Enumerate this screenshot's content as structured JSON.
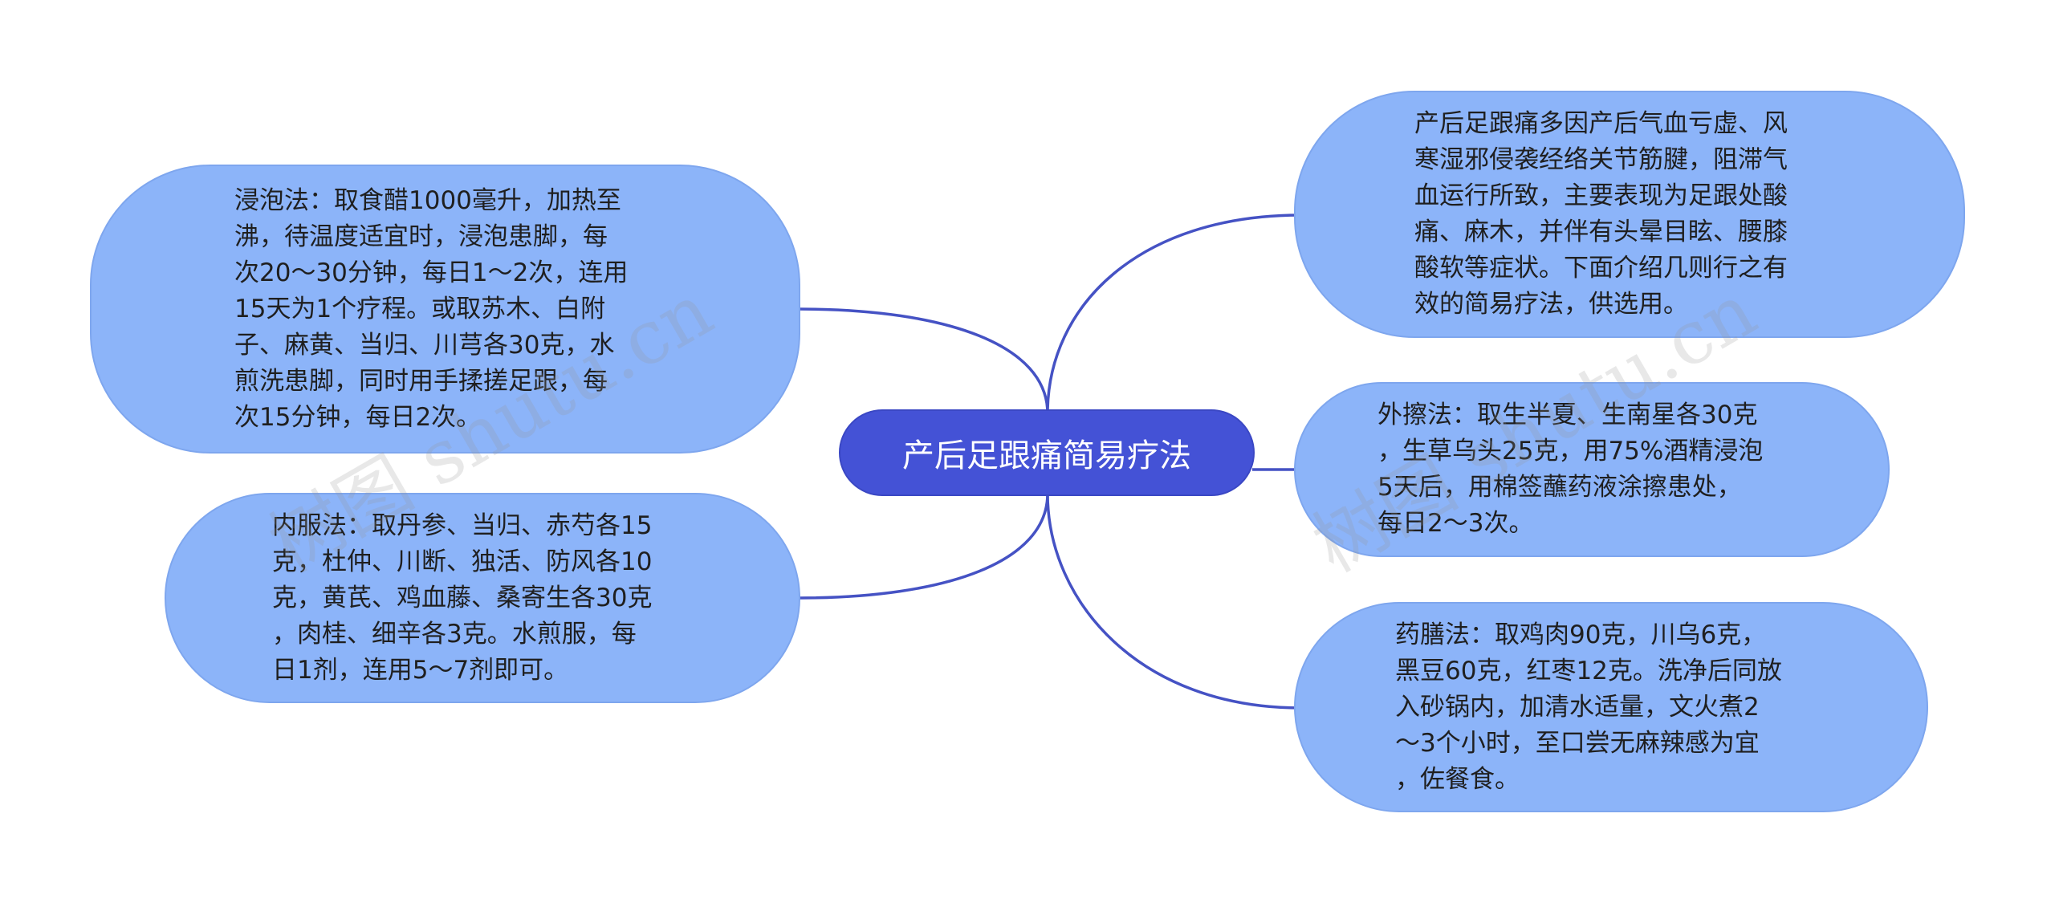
{
  "diagram": {
    "center": {
      "label": "产后足跟痛简易疗法"
    },
    "nodes": [
      {
        "id": "soak",
        "text": "浸泡法：取食醋1000毫升，加热至\n沸，待温度适宜时，浸泡患脚，每\n次20～30分钟，每日1～2次，连用\n15天为1个疗程。或取苏木、白附\n子、麻黄、当归、川芎各30克，水\n煎洗患脚，同时用手揉搓足跟，每\n次15分钟，每日2次。"
      },
      {
        "id": "oral",
        "text": "内服法：取丹参、当归、赤芍各15\n克，杜仲、川断、独活、防风各10\n克，黄芪、鸡血藤、桑寄生各30克\n，肉桂、细辛各3克。水煎服，每\n日1剂，连用5～7剂即可。"
      },
      {
        "id": "intro",
        "text": "产后足跟痛多因产后气血亏虚、风\n寒湿邪侵袭经络关节筋腱，阻滞气\n血运行所致，主要表现为足跟处酸\n痛、麻木，并伴有头晕目眩、腰膝\n酸软等症状。下面介绍几则行之有\n效的简易疗法，供选用。"
      },
      {
        "id": "rub",
        "text": "外擦法：取生半夏、生南星各30克\n，生草乌头25克，用75%酒精浸泡\n5天后，用棉签蘸药液涂擦患处，\n每日2～3次。"
      },
      {
        "id": "diet",
        "text": "药膳法：取鸡肉90克，川乌6克，\n黑豆60克，红枣12克。洗净后同放\n入砂锅内，加清水适量，文火煮2\n～3个小时，至口尝无麻辣感为宜\n，佐餐食。"
      }
    ],
    "watermarks": [
      "树图 shutu.cn",
      "树图 shutu.cn"
    ]
  },
  "colors": {
    "center_fill": "#4452d6",
    "node_fill": "#8cb4f9",
    "connector": "#4552c4"
  }
}
